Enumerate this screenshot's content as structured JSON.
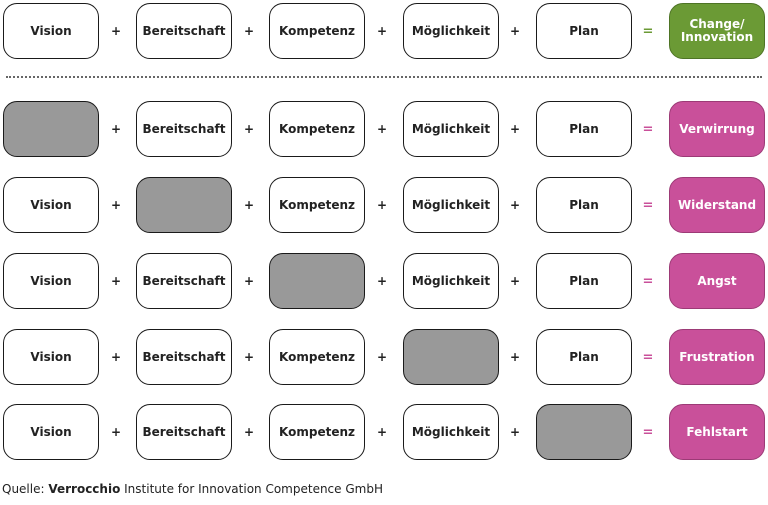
{
  "colors": {
    "green": "#6b9a35",
    "green_border": "#4e7425",
    "magenta": "#c9509a",
    "magenta_border": "#9c3a76",
    "empty": "#999999"
  },
  "operators": [
    "+",
    "+",
    "+",
    "+",
    "="
  ],
  "rows": [
    {
      "cells": [
        "Vision",
        "Bereitschaft",
        "Kompetenz",
        "Möglichkeit",
        "Plan"
      ],
      "result": "Change/\nInnovation",
      "type": "ideal"
    },
    {
      "cells": [
        "",
        "Bereitschaft",
        "Kompetenz",
        "Möglichkeit",
        "Plan"
      ],
      "result": "Verwirrung",
      "type": "missing"
    },
    {
      "cells": [
        "Vision",
        "",
        "Kompetenz",
        "Möglichkeit",
        "Plan"
      ],
      "result": "Widerstand",
      "type": "missing"
    },
    {
      "cells": [
        "Vision",
        "Bereitschaft",
        "",
        "Möglichkeit",
        "Plan"
      ],
      "result": "Angst",
      "type": "missing"
    },
    {
      "cells": [
        "Vision",
        "Bereitschaft",
        "Kompetenz",
        "",
        "Plan"
      ],
      "result": "Frustration",
      "type": "missing"
    },
    {
      "cells": [
        "Vision",
        "Bereitschaft",
        "Kompetenz",
        "Möglichkeit",
        ""
      ],
      "result": "Fehlstart",
      "type": "missing"
    }
  ],
  "source": {
    "prefix": "Quelle: ",
    "org": "Verrocchio",
    "rest": " Institute for Innovation Competence GmbH"
  }
}
